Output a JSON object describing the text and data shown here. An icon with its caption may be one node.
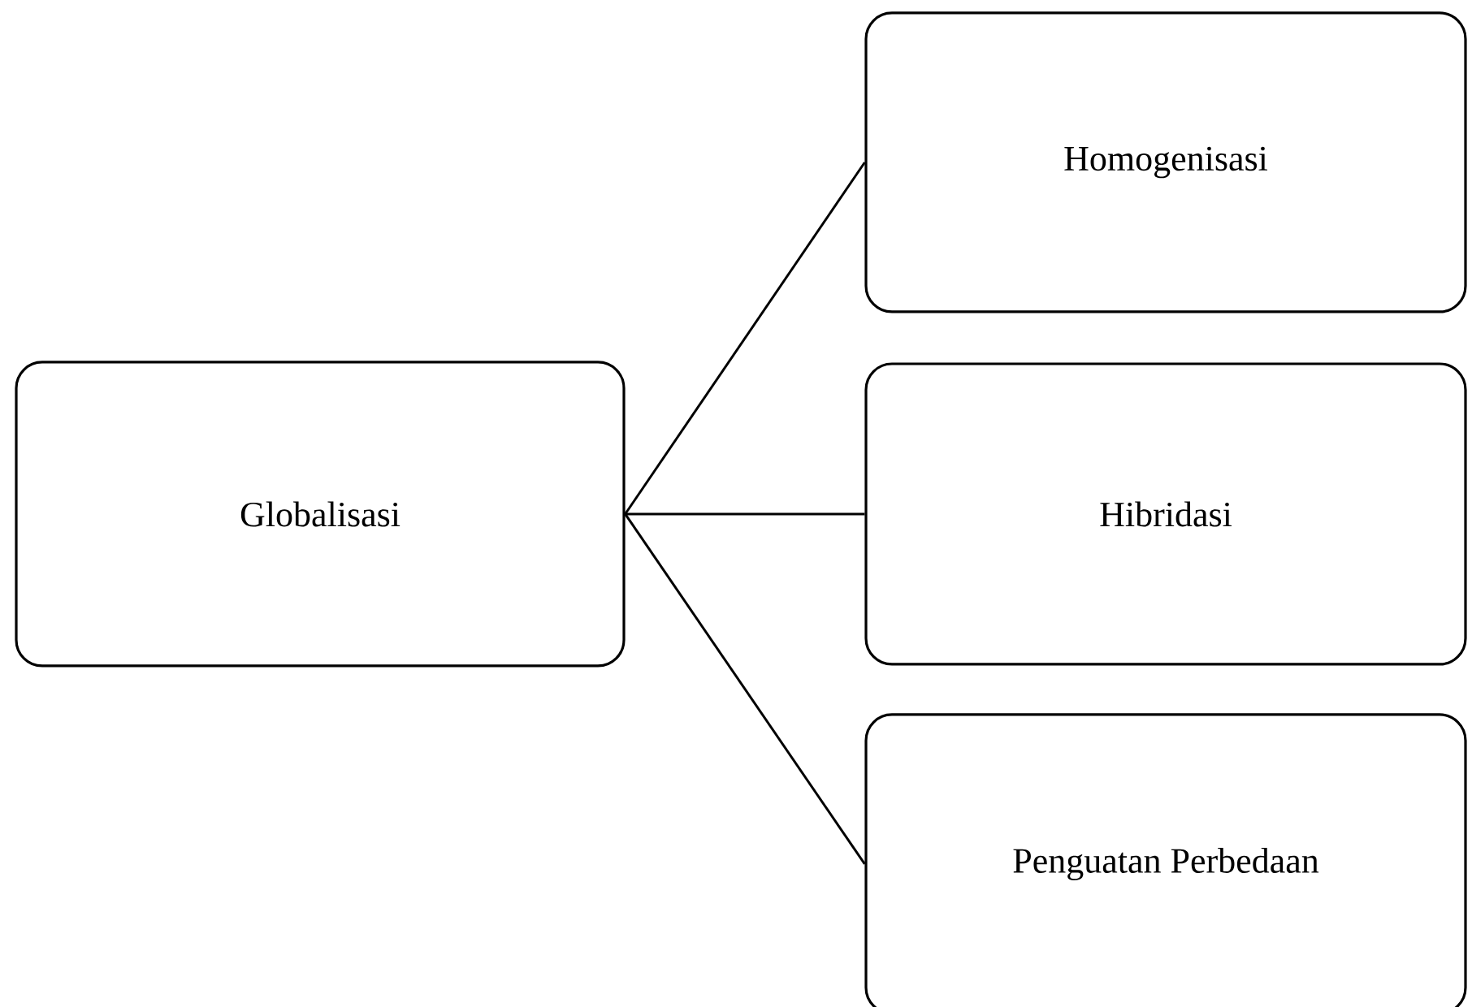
{
  "diagram": {
    "nodes": [
      {
        "text": [
          "Globalisasi"
        ]
      },
      {
        "text": [
          "Homogenisasi"
        ]
      },
      {
        "text": [
          "Hibridasi"
        ]
      },
      {
        "text": [
          "Penguatan Perbedaan"
        ]
      }
    ],
    "edges": [
      {
        "from": 0,
        "to": 1,
        "arrow": "none"
      },
      {
        "from": 0,
        "to": 2,
        "arrow": "none"
      },
      {
        "from": 0,
        "to": 3,
        "arrow": "none"
      }
    ]
  }
}
